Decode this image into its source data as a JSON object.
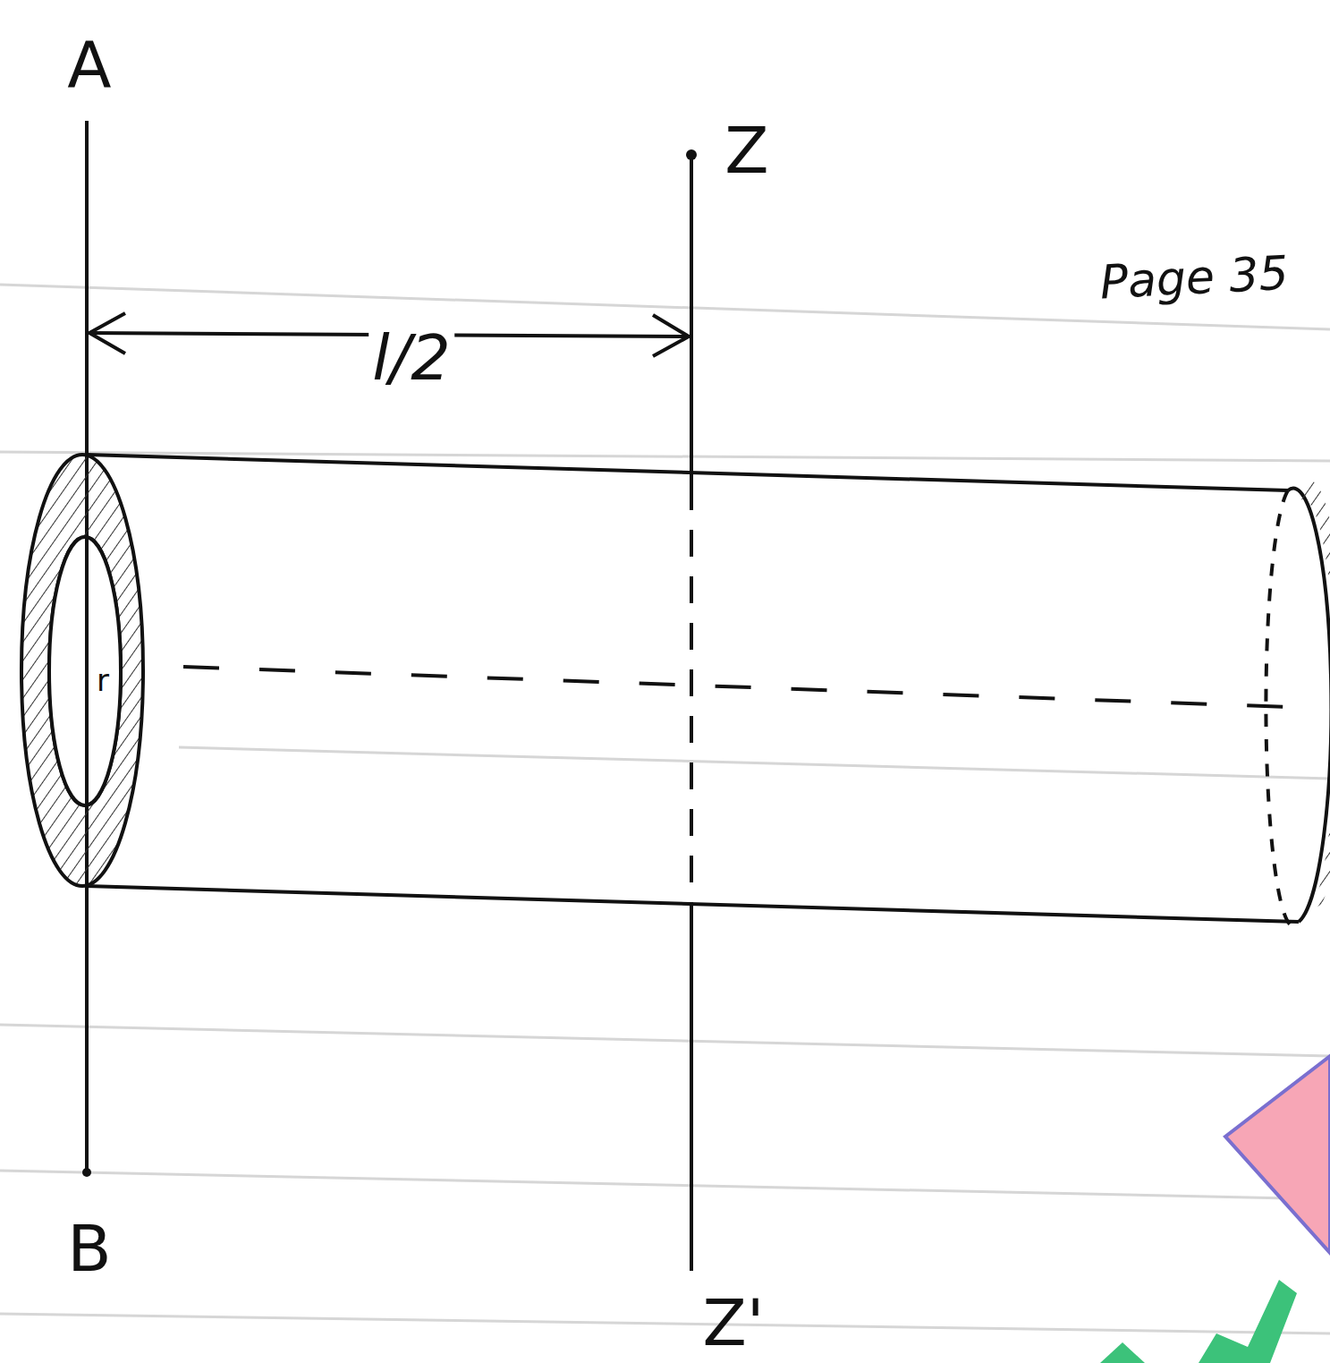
{
  "diagram": {
    "labels": [
      "A",
      "Z",
      "Page 35",
      "l/2",
      "r",
      "B",
      "Z'"
    ]
  }
}
